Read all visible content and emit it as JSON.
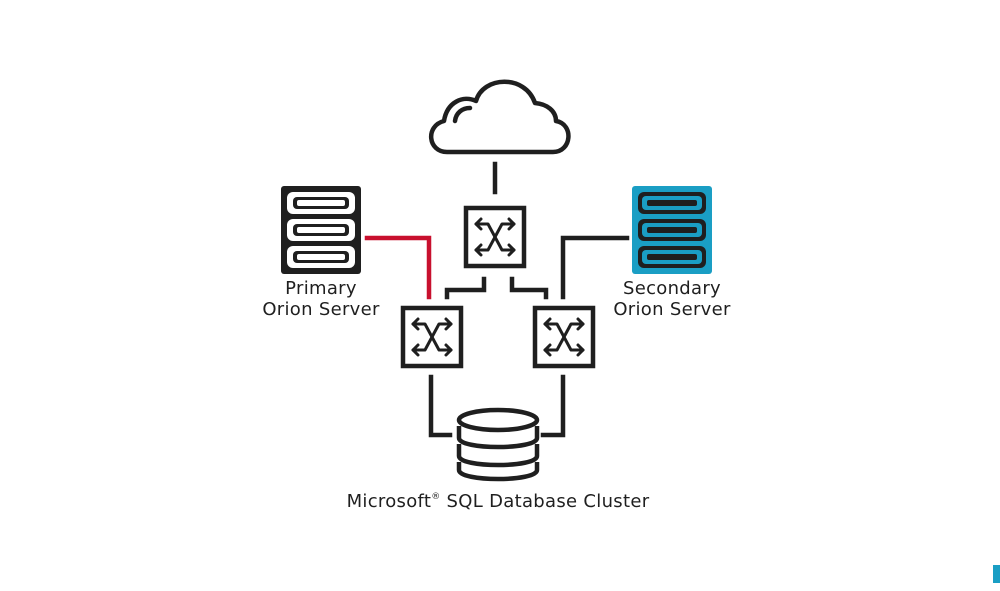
{
  "colors": {
    "stroke": "#1f1f1f",
    "primary_link": "#c8102e",
    "secondary_server": "#1a9ec4",
    "corner_mark": "#1a9ec4"
  },
  "nodes": {
    "cloud": {
      "icon": "cloud-icon"
    },
    "switch_top": {
      "icon": "network-switch-icon"
    },
    "switch_left": {
      "icon": "network-switch-icon"
    },
    "switch_right": {
      "icon": "network-switch-icon"
    },
    "primary_server": {
      "icon": "server-rack-icon",
      "label_line1": "Primary",
      "label_line2": "Orion Server"
    },
    "secondary_server": {
      "icon": "server-rack-icon",
      "label_line1": "Secondary",
      "label_line2": "Orion Server"
    },
    "database": {
      "icon": "database-icon",
      "label_main": "Microsoft",
      "label_reg": "®",
      "label_rest": " SQL Database Cluster"
    }
  }
}
